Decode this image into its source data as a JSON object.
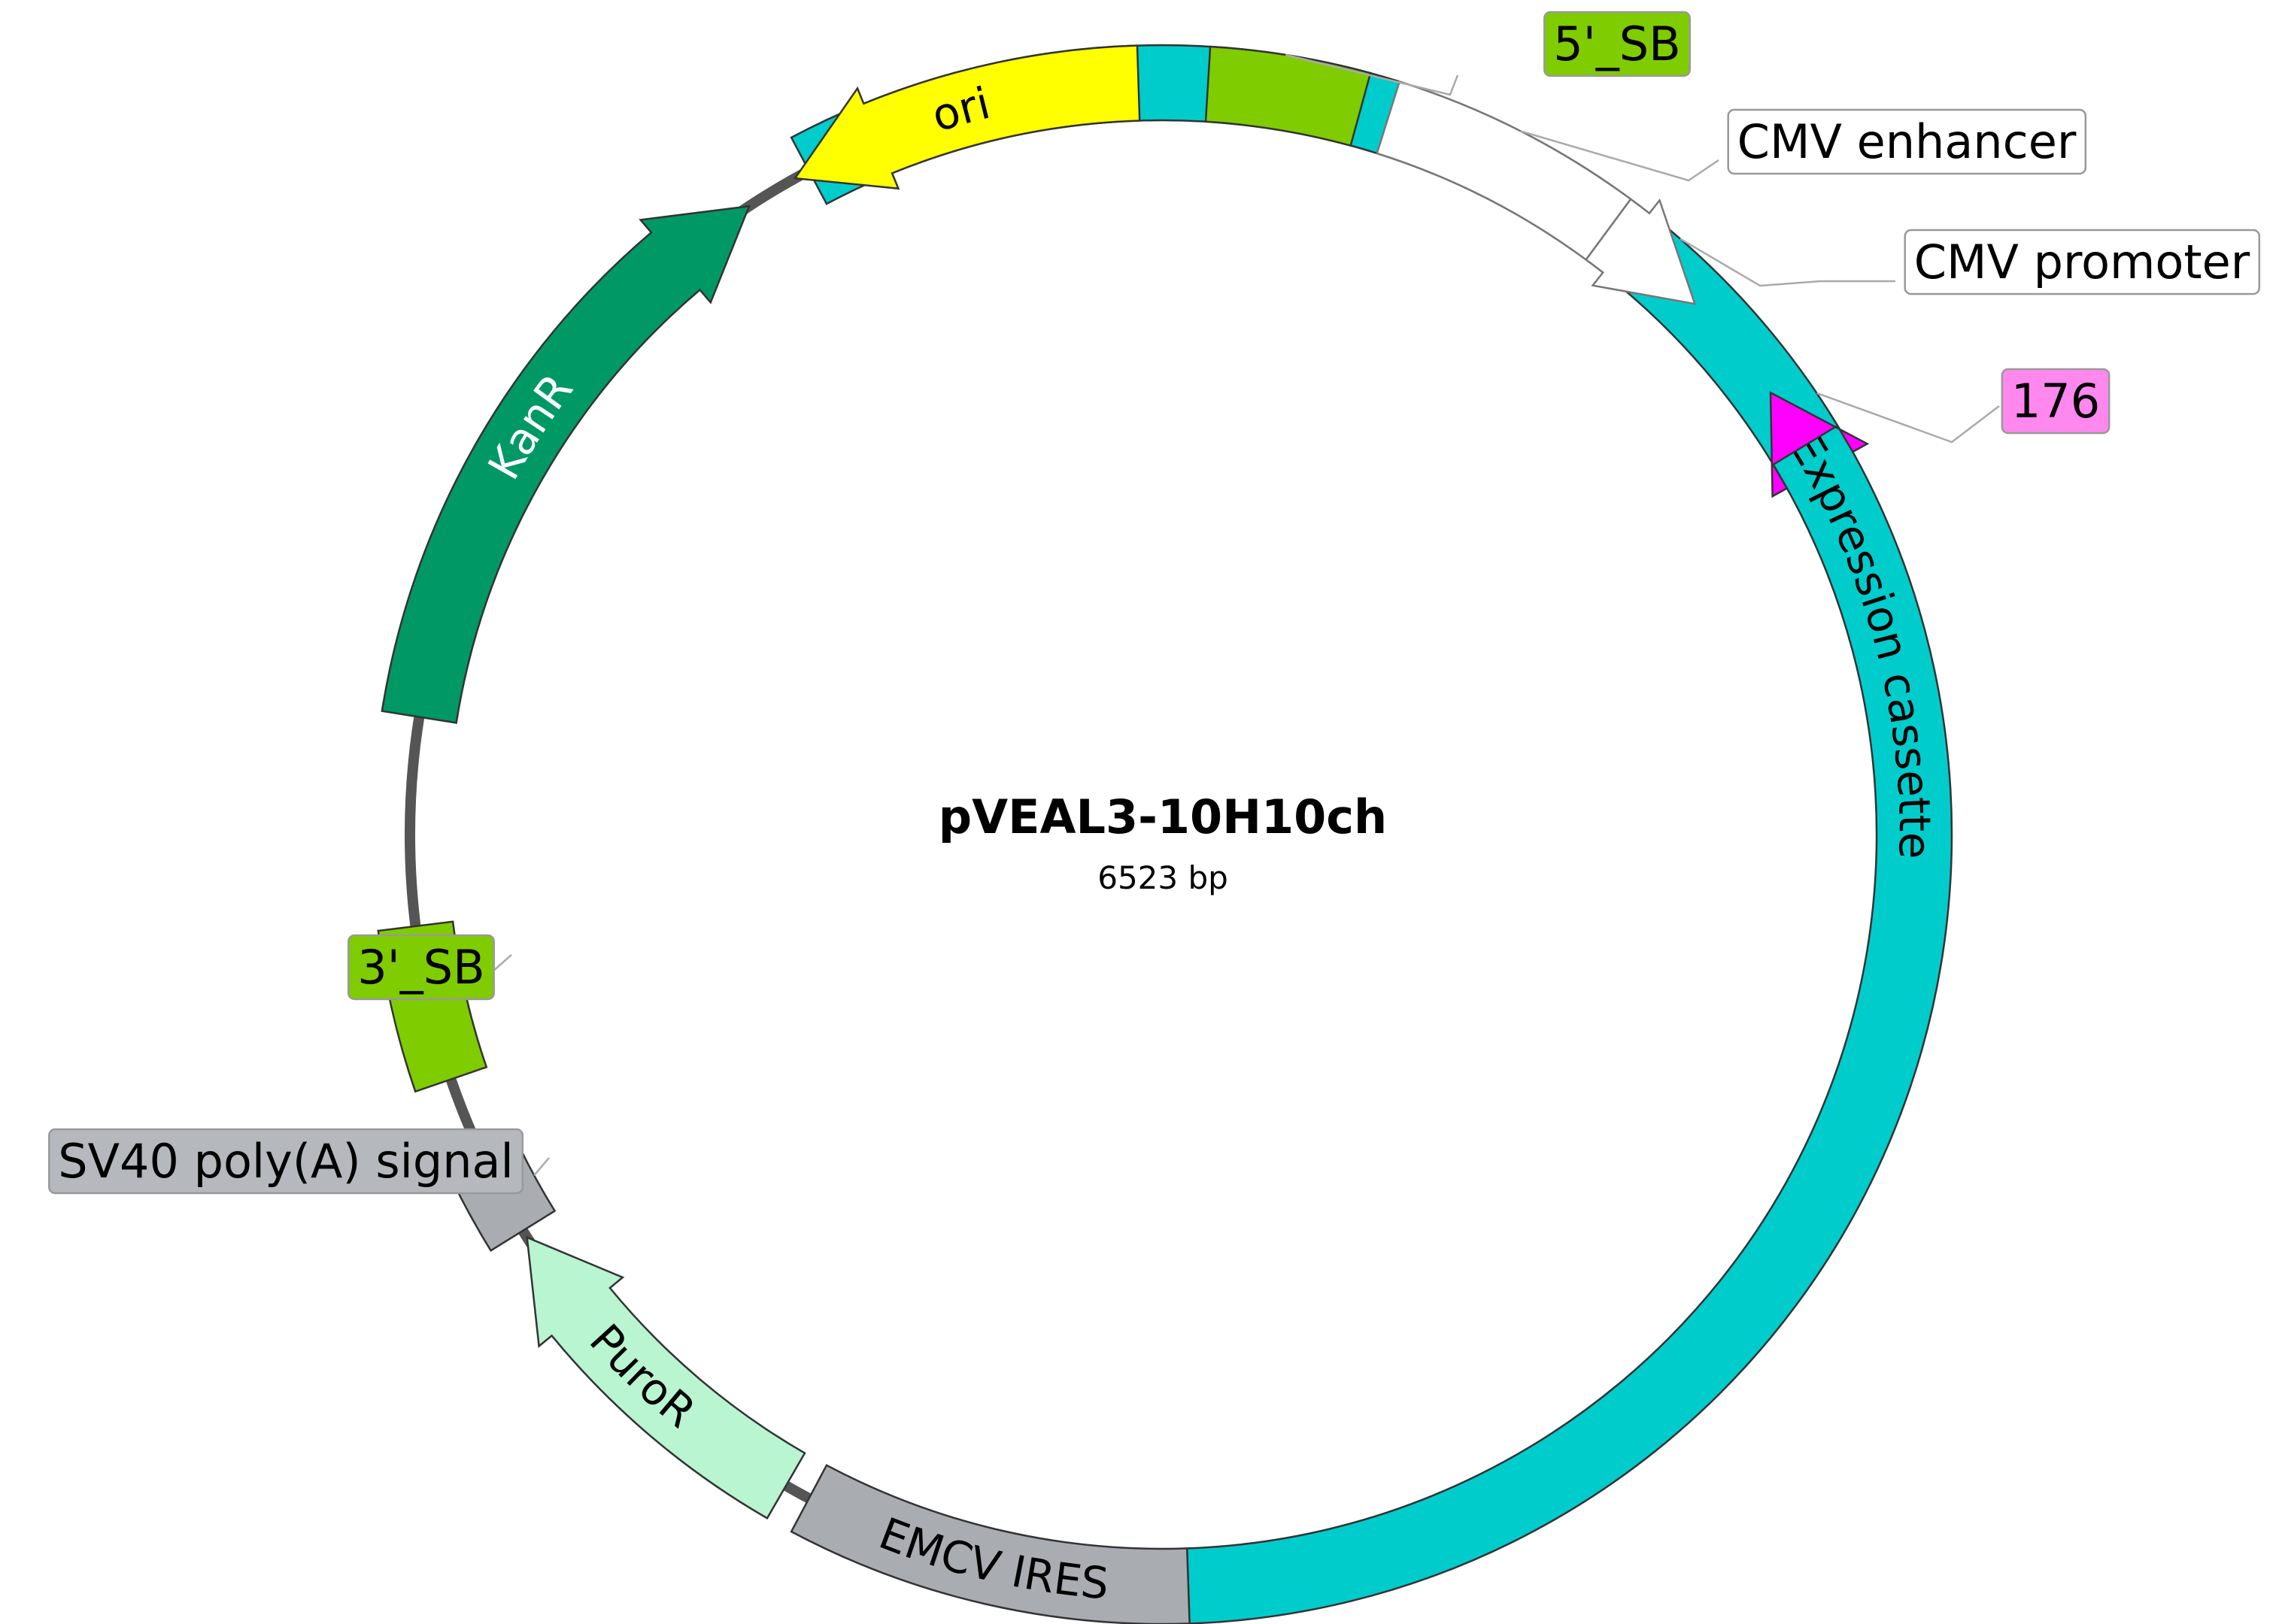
{
  "plasmid": {
    "name": "pVEAL3-10H10ch",
    "size_label": "6523 bp"
  },
  "features": [
    {
      "id": "expression-cassette",
      "label": "Expression cassette",
      "fill": "#00CCCC",
      "stroke": "#333333",
      "text": "#000000",
      "start": -28,
      "end": 178,
      "arrow": "none"
    },
    {
      "id": "emcv-ires",
      "label": "EMCV IRES",
      "fill": "#A9ADB2",
      "stroke": "#333333",
      "text": "#000000",
      "start": 178,
      "end": 208,
      "arrow": "none"
    },
    {
      "id": "puror",
      "label": "PuroR",
      "fill": "#B8F5D0",
      "stroke": "#333333",
      "text": "#000000",
      "start": 210,
      "end": 237.6,
      "arrow": "end"
    },
    {
      "id": "sv40-polya",
      "label": "SV40 poly(A) signal",
      "fill": "#A9ADB2",
      "stroke": "#333333",
      "text": "#000000",
      "start": 238.2,
      "end": 245,
      "arrow": "none",
      "callout": true
    },
    {
      "id": "3-sb",
      "label": "3'_SB",
      "fill": "#7FCC00",
      "stroke": "#333333",
      "text": "#000000",
      "start": 251,
      "end": 263,
      "arrow": "none",
      "callout": true
    },
    {
      "id": "kanr",
      "label": "KanR",
      "fill": "#009966",
      "stroke": "#333333",
      "text": "#ffffff",
      "start": 279,
      "end": 326.7,
      "arrow": "end"
    },
    {
      "id": "ori",
      "label": "ori",
      "fill": "#FFFF00",
      "stroke": "#333333",
      "text": "#000000",
      "start": 330.8,
      "end": 358.2,
      "arrow": "start"
    },
    {
      "id": "5-sb",
      "label": "5'_SB",
      "fill": "#7FCC00",
      "stroke": "#333333",
      "text": "#000000",
      "start": 3.5,
      "end": 15.3,
      "arrow": "none",
      "callout": true
    },
    {
      "id": "cmv-enhancer",
      "label": "CMV enhancer",
      "fill": "#ffffff",
      "stroke": "#777777",
      "text": "#000000",
      "start": 17.5,
      "end": 36.4,
      "arrow": "none",
      "callout": true
    },
    {
      "id": "cmv-promoter",
      "label": "CMV promoter",
      "fill": "#ffffff",
      "stroke": "#777777",
      "text": "#000000",
      "start": 36.4,
      "end": 45.1,
      "arrow": "end",
      "callout": true
    },
    {
      "id": "176",
      "label": "176",
      "fill": "#FF00FF",
      "stroke": "#333333",
      "text": "#000000",
      "start": 54,
      "end": 58.8,
      "arrow": "start",
      "callout": true
    }
  ],
  "callouts": [
    {
      "id": "5-sb",
      "label": "5'_SB",
      "fill": "#7FCC00"
    },
    {
      "id": "cmv-enhancer",
      "label": "CMV enhancer",
      "fill": "#ffffff"
    },
    {
      "id": "cmv-promoter",
      "label": "CMV promoter",
      "fill": "#ffffff"
    },
    {
      "id": "176",
      "label": "176",
      "fill": "#FF88EE"
    },
    {
      "id": "3-sb",
      "label": "3'_SB",
      "fill": "#7FCC00"
    },
    {
      "id": "sv40-polya",
      "label": "SV40 poly(A) signal",
      "fill": "#B5B9BD"
    }
  ]
}
